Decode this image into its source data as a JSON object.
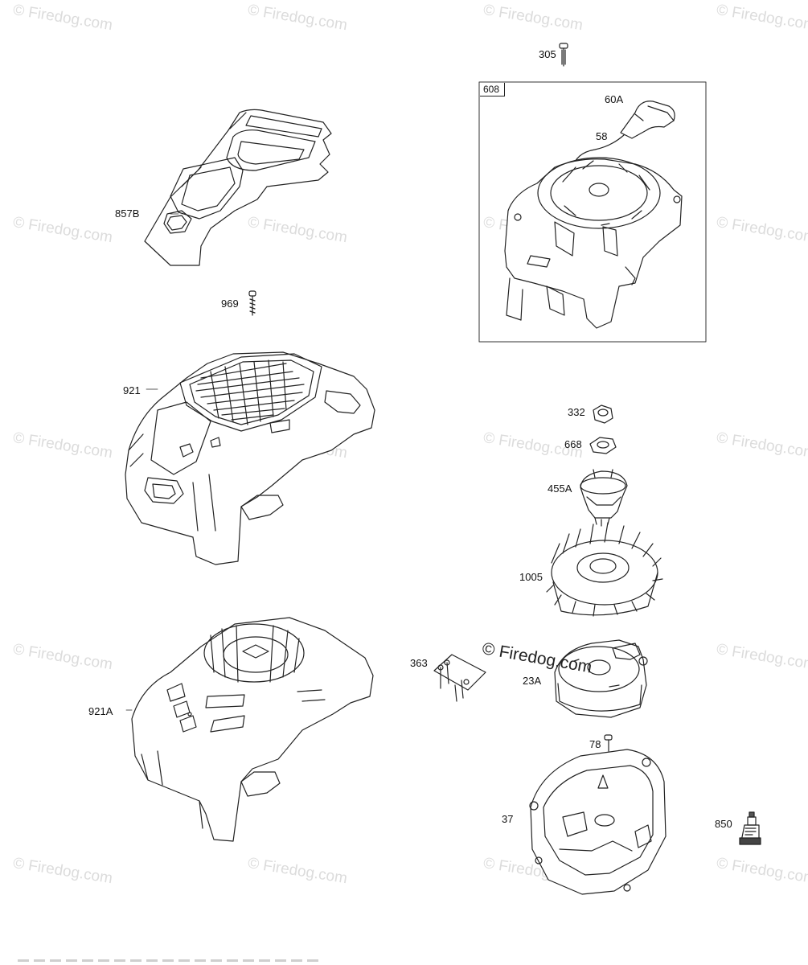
{
  "watermark": {
    "text": "© Firedog.com",
    "center_text": "© Firedog.com"
  },
  "group_box": {
    "label": "608"
  },
  "parts": {
    "p305": "305",
    "p60A": "60A",
    "p58": "58",
    "p857B": "857B",
    "p969": "969",
    "p921": "921",
    "p332": "332",
    "p668": "668",
    "p455A": "455A",
    "p1005": "1005",
    "p363": "363",
    "p23A": "23A",
    "p78": "78",
    "p921A": "921A",
    "p37": "37",
    "p850": "850"
  }
}
